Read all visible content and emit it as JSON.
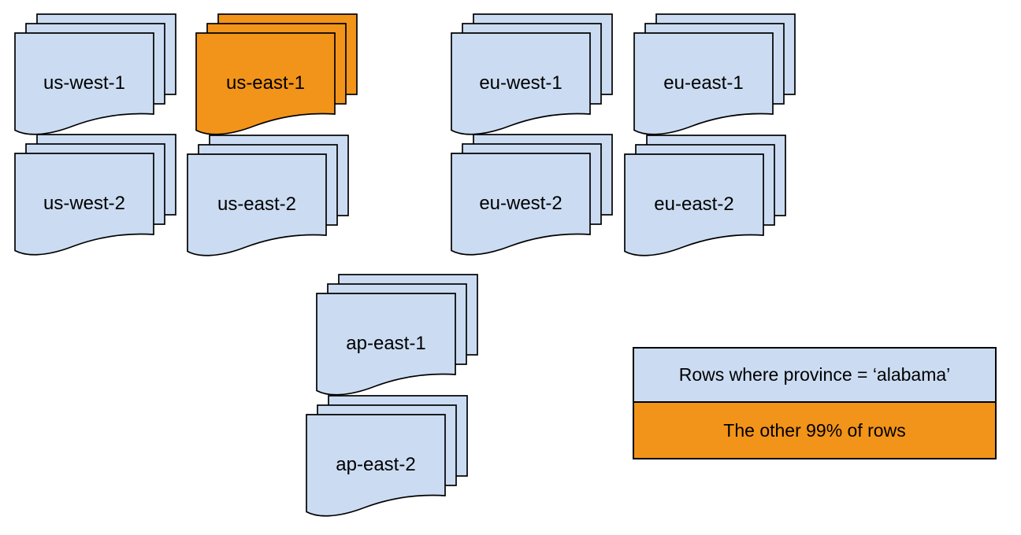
{
  "diagram": {
    "stacks": [
      {
        "label": "us-west-1",
        "color_role": "blue"
      },
      {
        "label": "us-east-1",
        "color_role": "orange"
      },
      {
        "label": "eu-west-1",
        "color_role": "blue"
      },
      {
        "label": "eu-east-1",
        "color_role": "blue"
      },
      {
        "label": "us-west-2",
        "color_role": "blue"
      },
      {
        "label": "us-east-2",
        "color_role": "blue"
      },
      {
        "label": "eu-west-2",
        "color_role": "blue"
      },
      {
        "label": "eu-east-2",
        "color_role": "blue"
      },
      {
        "label": "ap-east-1",
        "color_role": "blue"
      },
      {
        "label": "ap-east-2",
        "color_role": "blue"
      }
    ],
    "legend": {
      "items": [
        {
          "label": "Rows where province = ‘alabama’",
          "color": "#cbdcf2"
        },
        {
          "label": "The other 99% of rows",
          "color": "#f29419"
        }
      ]
    },
    "colors": {
      "document_blue": "#cbdcf2",
      "highlight_orange": "#f29419",
      "outline": "#000000",
      "background": "#ffffff"
    }
  }
}
